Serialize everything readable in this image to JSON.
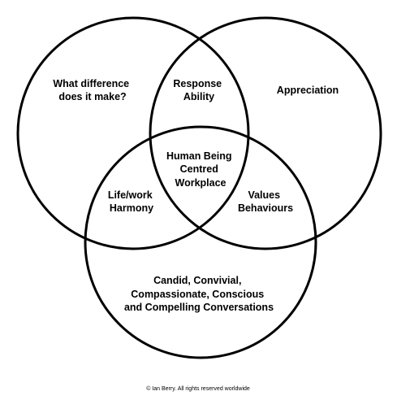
{
  "diagram": {
    "colors": {
      "stroke": "#000000",
      "background": "#ffffff",
      "text": "#000000"
    },
    "labels": {
      "left_only": [
        "What difference",
        "does it make?"
      ],
      "top_overlap": [
        "Response",
        "Ability"
      ],
      "right_only": [
        "Appreciation"
      ],
      "center": [
        "Human Being",
        "Centred",
        "Workplace"
      ],
      "left_bottom_overlap": [
        "Life/work",
        "Harmony"
      ],
      "right_bottom_overlap": [
        "Values",
        "Behaviours"
      ],
      "bottom_only": [
        "Candid, Convivial,",
        "Compassionate, Conscious",
        "and Compelling Conversations"
      ]
    },
    "footer": "© Ian Berry. All rights reserved worldwide"
  }
}
